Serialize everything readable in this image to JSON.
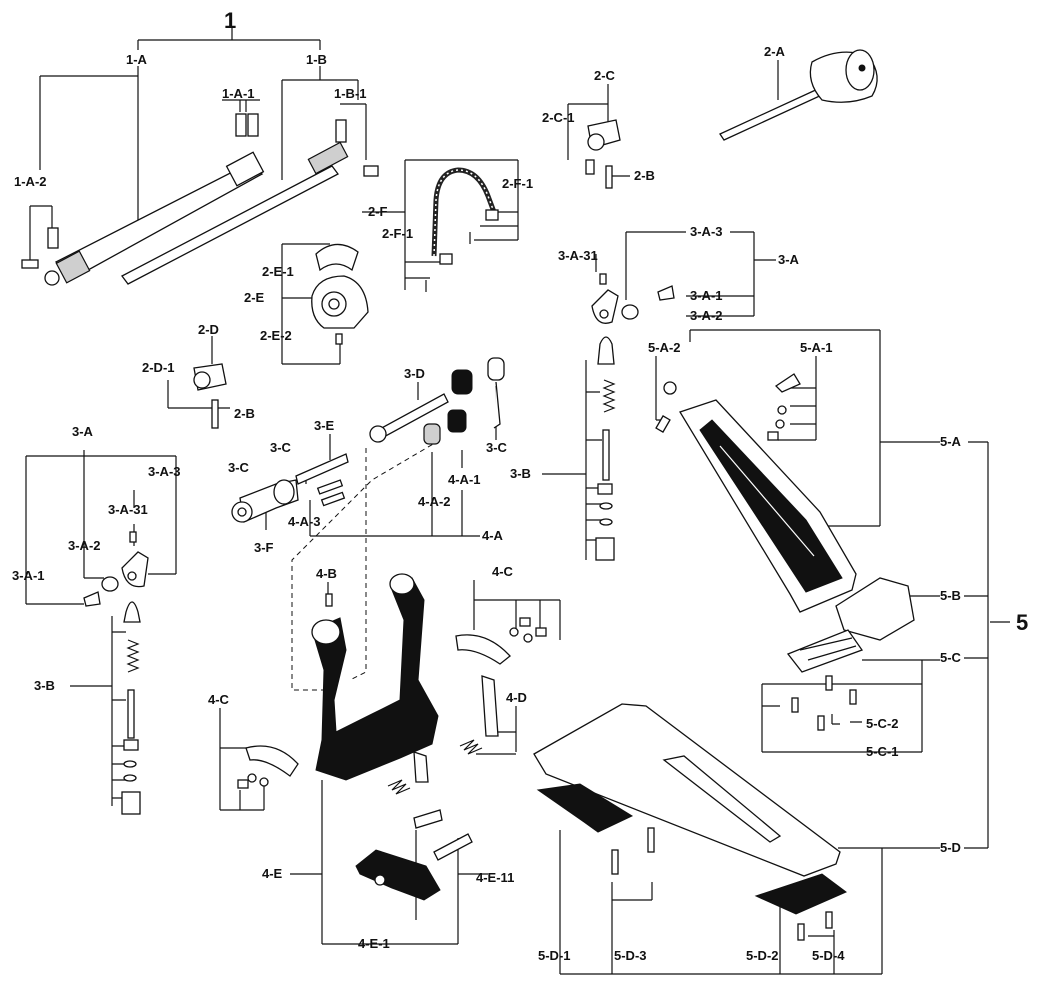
{
  "labels": {
    "l_1": "1",
    "l_1A": "1-A",
    "l_1B": "1-B",
    "l_1A1": "1-A-1",
    "l_1B1": "1-B-1",
    "l_1A2": "1-A-2",
    "l_2A": "2-A",
    "l_2C": "2-C",
    "l_2C1": "2-C-1",
    "l_2B_top": "2-B",
    "l_2F": "2-F",
    "l_2F1a": "2-F-1",
    "l_2F1b": "2-F-1",
    "l_2E1": "2-E-1",
    "l_2E": "2-E",
    "l_2E2": "2-E-2",
    "l_2D": "2-D",
    "l_2D1": "2-D-1",
    "l_2B_mid": "2-B",
    "l_3A3_top": "3-A-3",
    "l_3A31_top": "3-A-31",
    "l_3A_top": "3-A",
    "l_3A1_top": "3-A-1",
    "l_3A2_top": "3-A-2",
    "l_3D": "3-D",
    "l_3C_right": "3-C",
    "l_3E": "3-E",
    "l_3C_a": "3-C",
    "l_3C_b": "3-C",
    "l_3F": "3-F",
    "l_4A1": "4-A-1",
    "l_4A2": "4-A-2",
    "l_4A3": "4-A-3",
    "l_4A": "4-A",
    "l_3B_mid": "3-B",
    "l_5A2": "5-A-2",
    "l_5A1": "5-A-1",
    "l_5A": "5-A",
    "l_5B": "5-B",
    "l_5": "5",
    "l_5C": "5-C",
    "l_5C2": "5-C-2",
    "l_5C1": "5-C-1",
    "l_5D": "5-D",
    "l_3A_left": "3-A",
    "l_3A3_left": "3-A-3",
    "l_3A31_left": "3-A-31",
    "l_3A2_left": "3-A-2",
    "l_3A1_left": "3-A-1",
    "l_3B_left": "3-B",
    "l_4B": "4-B",
    "l_4C_right": "4-C",
    "l_4C_left": "4-C",
    "l_4D": "4-D",
    "l_4E": "4-E",
    "l_4E11": "4-E-11",
    "l_4E1": "4-E-1",
    "l_5D1": "5-D-1",
    "l_5D3": "5-D-3",
    "l_5D2": "5-D-2",
    "l_5D4": "5-D-4"
  }
}
